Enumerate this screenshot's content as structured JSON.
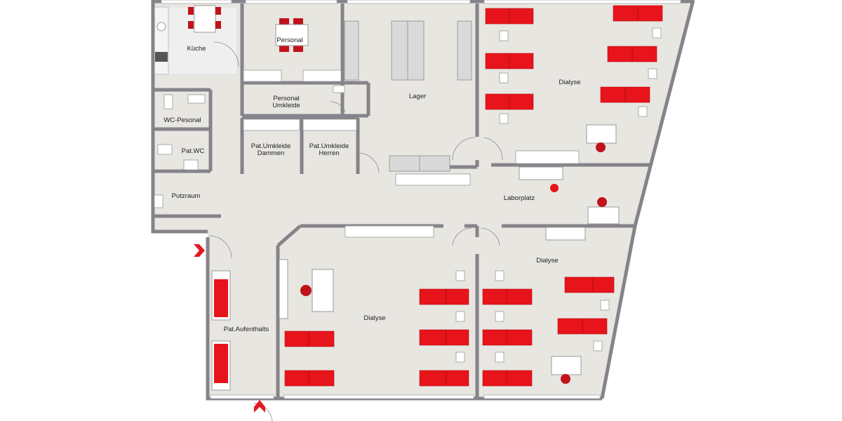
{
  "rooms": {
    "kueche": "Küche",
    "personal": "Personal",
    "lager": "Lager",
    "dialyse_top": "Dialyse",
    "personal_umkleide_1": "Personal",
    "personal_umkleide_2": "Umkleide",
    "wc_personal": "WC-Pesonal",
    "pat_wc": "Pat.WC",
    "pat_umkleide_dammen_1": "Pat.Umkleide",
    "pat_umkleide_dammen_2": "Dammen",
    "pat_umkleide_herren_1": "Pat.Umkleide",
    "pat_umkleide_herren_2": "Herren",
    "putzraum": "Putzraum",
    "laborplatz": "Laborplatz",
    "dialyse_right": "Dialyse",
    "dialyse_center": "Dialyse",
    "pat_aufenthalts": "Pat.Aufenthalts"
  },
  "colors": {
    "floor": "#e8e6e1",
    "wall": "#86838a",
    "bed": "#e8141b",
    "accent_arrow": "#e21b23"
  },
  "icons": {
    "entrance_left": "entrance-arrow-icon",
    "entrance_bottom": "entrance-arrow-icon"
  }
}
